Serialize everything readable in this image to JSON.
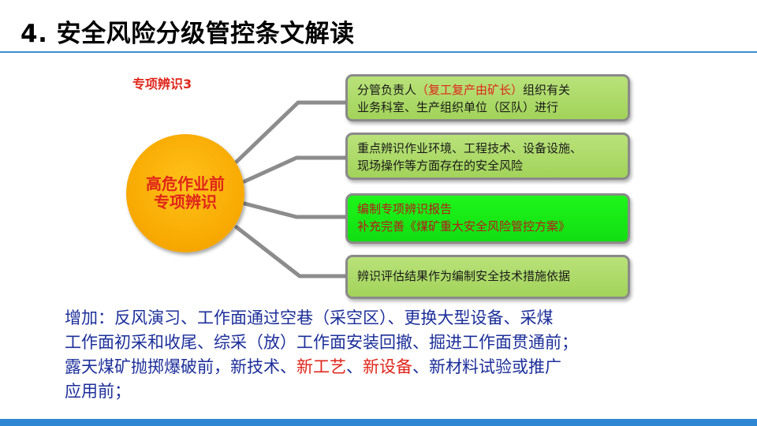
{
  "slide": {
    "title": "4. 安全风险分级管控条文解读",
    "subtitle": "专项辨识3"
  },
  "center": {
    "line1": "高危作业前",
    "line2": "专项辨识"
  },
  "boxes": [
    {
      "line1_pre": "分管负责人",
      "line1_red": "（复工复产由矿长）",
      "line1_post": "组织有关",
      "line2": "业务科室、生产组织单位（区队）进行"
    },
    {
      "line1": "重点辨识作业环境、工程技术、设备设施、",
      "line2": "现场操作等方面存在的安全风险"
    },
    {
      "line1": "编制专项辨识报告",
      "line2": "补充完善《煤矿重大安全风险管控方案》"
    },
    {
      "line1": "辨识评估结果作为编制安全技术措施依据"
    }
  ],
  "paragraph": {
    "line1": "增加：反风演习、工作面通过空巷（采空区）、更换大型设备、采煤",
    "line2": "工作面初采和收尾、综采（放）工作面安装回撤、掘进工作面贯通前；",
    "line3_pre": "露天煤矿抛掷爆破前，新技术、",
    "line3_red1": "新工艺",
    "line3_sep": "、",
    "line3_red2": "新设备",
    "line3_post": "、新材料试验或推广",
    "line4": "应用前；"
  },
  "colors": {
    "title_rule": "#3a8fd0",
    "bottom_bar": "#2f86d2",
    "circle": "#f7a800",
    "box_light": "#a2d35a",
    "box_bright": "#12de12",
    "accent_red": "#e0261b",
    "paragraph_blue": "#1d2f9a"
  }
}
